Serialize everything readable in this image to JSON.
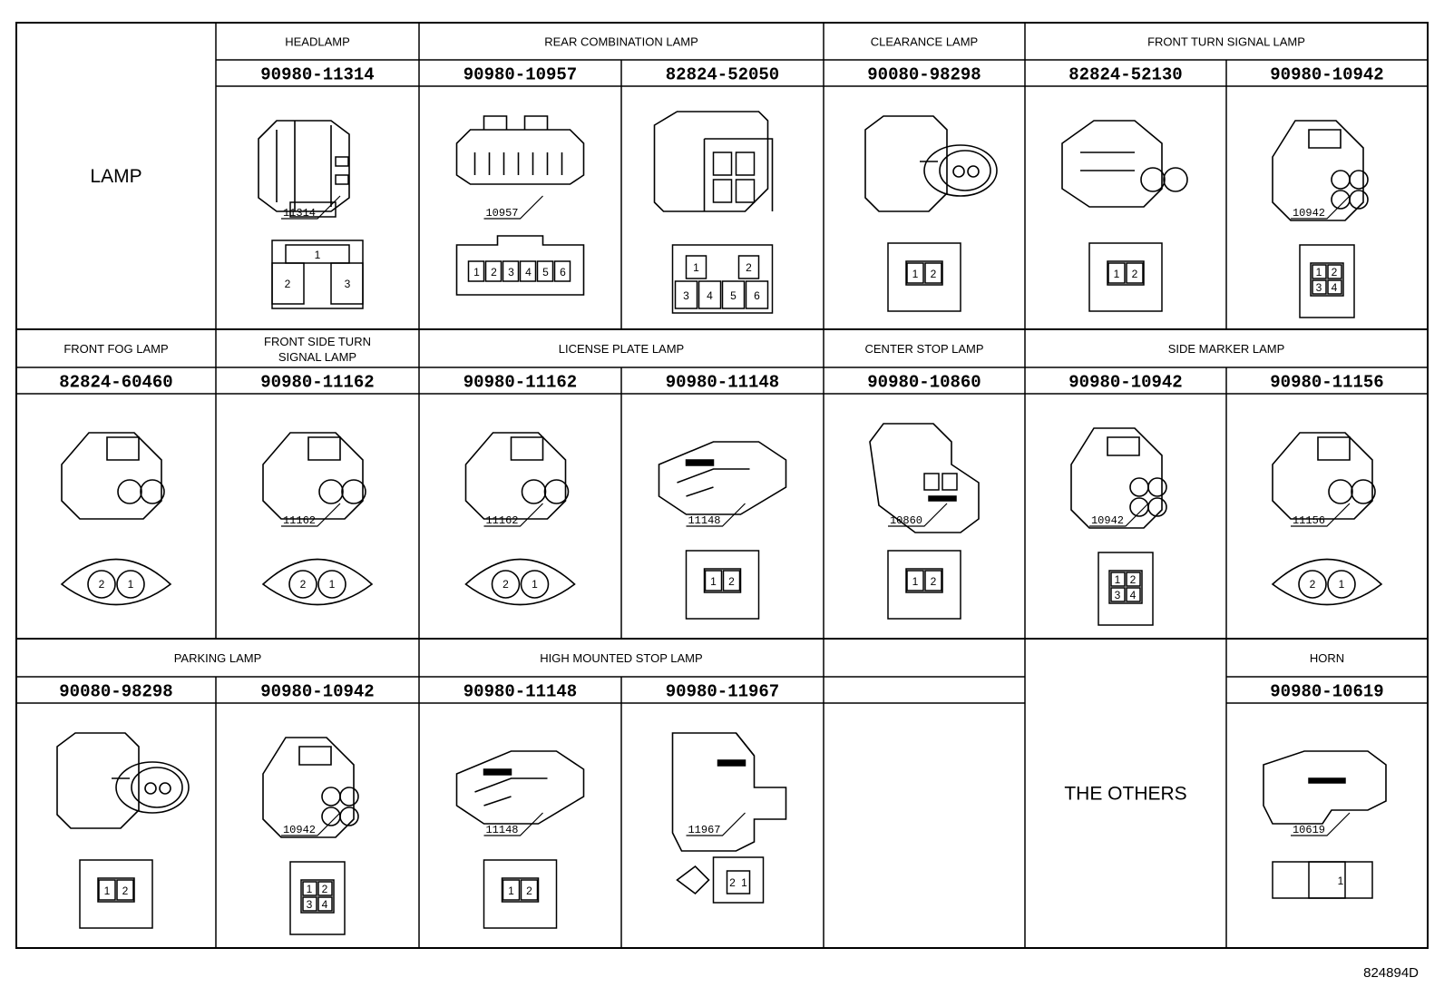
{
  "rows": [
    {
      "categories": [
        {
          "label": "LAMP",
          "cols": [
            0
          ],
          "big": true,
          "spanAll": true
        },
        {
          "label": "HEADLAMP",
          "cols": [
            1
          ]
        },
        {
          "label": "REAR COMBINATION LAMP",
          "cols": [
            2,
            3
          ]
        },
        {
          "label": "CLEARANCE LAMP",
          "cols": [
            4
          ]
        },
        {
          "label": "FRONT TURN SIGNAL LAMP",
          "cols": [
            5,
            6
          ]
        }
      ],
      "cells": [
        null,
        {
          "part": "90980-11314",
          "callout": "11314",
          "kind": "headlamp",
          "pins": [
            "1",
            "2",
            "3"
          ]
        },
        {
          "part": "90980-10957",
          "callout": "10957",
          "kind": "six_row",
          "pins": [
            "1",
            "2",
            "3",
            "4",
            "5",
            "6"
          ]
        },
        {
          "part": "82824-52050",
          "callout": "",
          "kind": "box6",
          "pins": [
            "1",
            "2",
            "3",
            "4",
            "5",
            "6"
          ]
        },
        {
          "part": "90080-98298",
          "callout": "",
          "kind": "sealed2",
          "pins": [
            "1",
            "2"
          ]
        },
        {
          "part": "82824-52130",
          "callout": "",
          "kind": "bulb2",
          "pins": [
            "1",
            "2"
          ]
        },
        {
          "part": "90980-10942",
          "callout": "10942",
          "kind": "quad",
          "pins": [
            "1",
            "2",
            "3",
            "4"
          ]
        }
      ]
    },
    {
      "categories": [
        {
          "label": "FRONT FOG LAMP",
          "cols": [
            0
          ]
        },
        {
          "label": "FRONT SIDE TURN SIGNAL LAMP",
          "cols": [
            1
          ],
          "lines": [
            "FRONT SIDE TURN",
            "SIGNAL LAMP"
          ]
        },
        {
          "label": "LICENSE PLATE LAMP",
          "cols": [
            2,
            3
          ]
        },
        {
          "label": "CENTER STOP LAMP",
          "cols": [
            4
          ]
        },
        {
          "label": "SIDE MARKER LAMP",
          "cols": [
            5,
            6
          ]
        }
      ],
      "cells": [
        {
          "part": "82824-60460",
          "callout": "",
          "kind": "round2",
          "pins": [
            "2",
            "1"
          ]
        },
        {
          "part": "90980-11162",
          "callout": "11162",
          "kind": "round2b",
          "pins": [
            "2",
            "1"
          ]
        },
        {
          "part": "90980-11162",
          "callout": "11162",
          "kind": "round2b",
          "pins": [
            "2",
            "1"
          ]
        },
        {
          "part": "90980-11148",
          "callout": "11148",
          "kind": "flat2",
          "pins": [
            "1",
            "2"
          ]
        },
        {
          "part": "90980-10860",
          "callout": "10860",
          "kind": "tall2",
          "pins": [
            "1",
            "2"
          ]
        },
        {
          "part": "90980-10942",
          "callout": "10942",
          "kind": "quad",
          "pins": [
            "1",
            "2",
            "3",
            "4"
          ]
        },
        {
          "part": "90980-11156",
          "callout": "11156",
          "kind": "round2c",
          "pins": [
            "2",
            "1"
          ]
        }
      ]
    },
    {
      "categories": [
        {
          "label": "PARKING LAMP",
          "cols": [
            0,
            1
          ]
        },
        {
          "label": "HIGH MOUNTED STOP LAMP",
          "cols": [
            2,
            3
          ]
        },
        {
          "label": "",
          "cols": [
            4
          ]
        },
        {
          "label": "THE OTHERS",
          "cols": [
            5
          ],
          "big": true,
          "spanAll": true
        },
        {
          "label": "HORN",
          "cols": [
            6
          ]
        }
      ],
      "cells": [
        {
          "part": "90080-98298",
          "callout": "",
          "kind": "sealed2",
          "pins": [
            "1",
            "2"
          ]
        },
        {
          "part": "90980-10942",
          "callout": "10942",
          "kind": "quad",
          "pins": [
            "1",
            "2",
            "3",
            "4"
          ]
        },
        {
          "part": "90980-11148",
          "callout": "11148",
          "kind": "flat2",
          "pins": [
            "1",
            "2"
          ]
        },
        {
          "part": "90980-11967",
          "callout": "11967",
          "kind": "clip2",
          "pins": [
            "2",
            "1"
          ]
        },
        {
          "part": "",
          "callout": "",
          "kind": "empty",
          "pins": []
        },
        null,
        {
          "part": "90980-10619",
          "callout": "10619",
          "kind": "horn",
          "pins": [
            "1"
          ]
        }
      ]
    }
  ],
  "footnote": "824894D"
}
